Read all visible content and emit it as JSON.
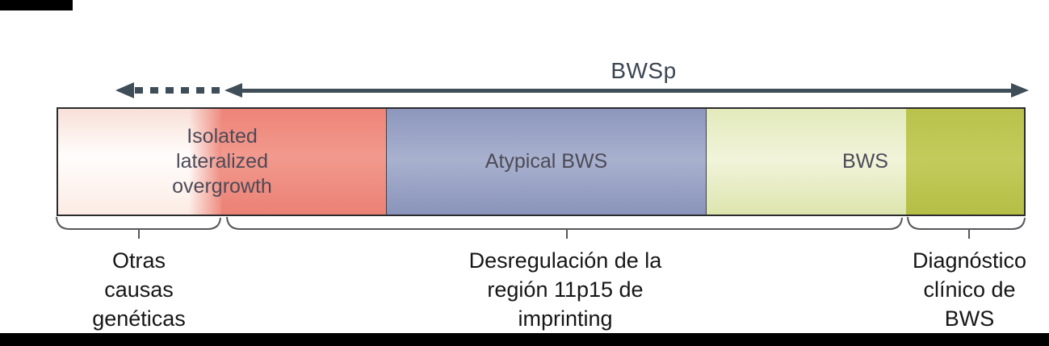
{
  "arrows": {
    "bwsp_label": "BWSp"
  },
  "bar": {
    "labels": [
      {
        "lines": [
          "Isolated",
          "lateralized",
          "overgrowth"
        ]
      },
      {
        "lines": [
          "Atypical BWS"
        ]
      },
      {
        "lines": [
          "BWS"
        ]
      }
    ],
    "segments": [
      {
        "name": "isolated-lateralized-overgrowth-pink",
        "color": "#f8e0d8"
      },
      {
        "name": "isolated-lateralized-overgrowth-salmon",
        "color": "#ed8478"
      },
      {
        "name": "atypical-bws-blue",
        "color": "#98a2c4"
      },
      {
        "name": "bws-lightgreen",
        "color": "#e7edc4"
      },
      {
        "name": "bws-clinical-olive",
        "color": "#bbc44f"
      }
    ]
  },
  "annotations": [
    {
      "lines": [
        "Otras",
        "causas",
        "genéticas"
      ]
    },
    {
      "lines": [
        "Desregulación de la",
        "región 11p15 de",
        "imprinting"
      ]
    },
    {
      "lines": [
        "Diagnóstico",
        "clínico de",
        "BWS"
      ]
    }
  ],
  "colors": {
    "arrow": "#3e4d57",
    "figure_text": "#4d4a57",
    "annotation_text": "#161616",
    "brace": "#58585c",
    "bar_border": "#2b2b2e"
  }
}
